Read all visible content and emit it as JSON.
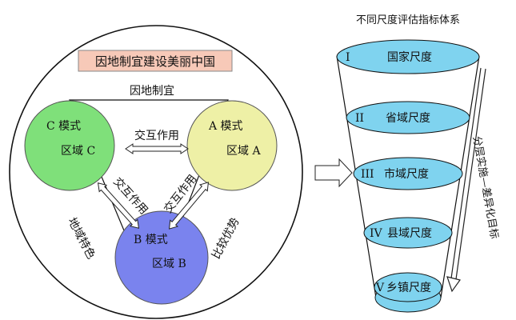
{
  "banner": "因地制宜建设美丽中国",
  "top_edge_label": "因地制宜",
  "left_edge_label": "地域特色",
  "right_edge_label": "比较优势",
  "circles": {
    "c": {
      "mode": "C 模式",
      "region": "区域 C",
      "color": "#7fe07a"
    },
    "a": {
      "mode": "A 模式",
      "region": "区域 A",
      "color": "#eef0a6"
    },
    "b": {
      "mode": "B 模式",
      "region": "区域 B",
      "color": "#7a83ee"
    }
  },
  "interaction_label": "交互作用",
  "funnel": {
    "title": "不同尺度评估指标体系",
    "levels": [
      {
        "numeral": "I",
        "label": "国家尺度"
      },
      {
        "numeral": "II",
        "label": "省域尺度"
      },
      {
        "numeral": "III",
        "label": "市域尺度"
      },
      {
        "numeral": "IV",
        "label": "县域尺度"
      },
      {
        "numeral": "V",
        "label": "乡镇尺度"
      }
    ],
    "side_label": "分层实施—差异化目标",
    "ellipse_color": "#7fd3ef"
  }
}
